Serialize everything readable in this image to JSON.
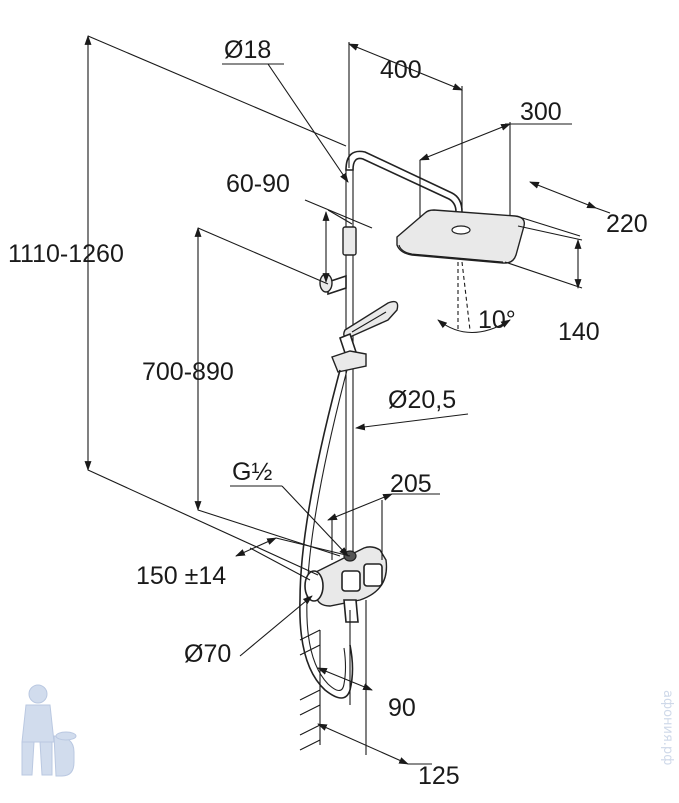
{
  "dimensions": {
    "overall_height": "1110-1260",
    "pipe_diameter": "Ø18",
    "arm_reach": "400",
    "head_length": "300",
    "head_width": "220",
    "head_depth": "140",
    "tilt_angle": "10°",
    "bracket_adjust": "60-90",
    "mixer_to_bracket": "700-890",
    "rail_diameter": "Ø20,5",
    "inlet_thread": "G½",
    "mixer_depth": "205",
    "inlet_spacing": "150 ±14",
    "escutcheon_diameter": "Ø70",
    "wall_offset_pipe": "90",
    "wall_offset_mixer": "125"
  },
  "watermark": {
    "text": "афония.рф",
    "icon": "plumber-mascot-icon"
  },
  "colors": {
    "line": "#1a1a1a",
    "body_fill": "#e9e9e9",
    "watermark": "#c7d3e6"
  }
}
